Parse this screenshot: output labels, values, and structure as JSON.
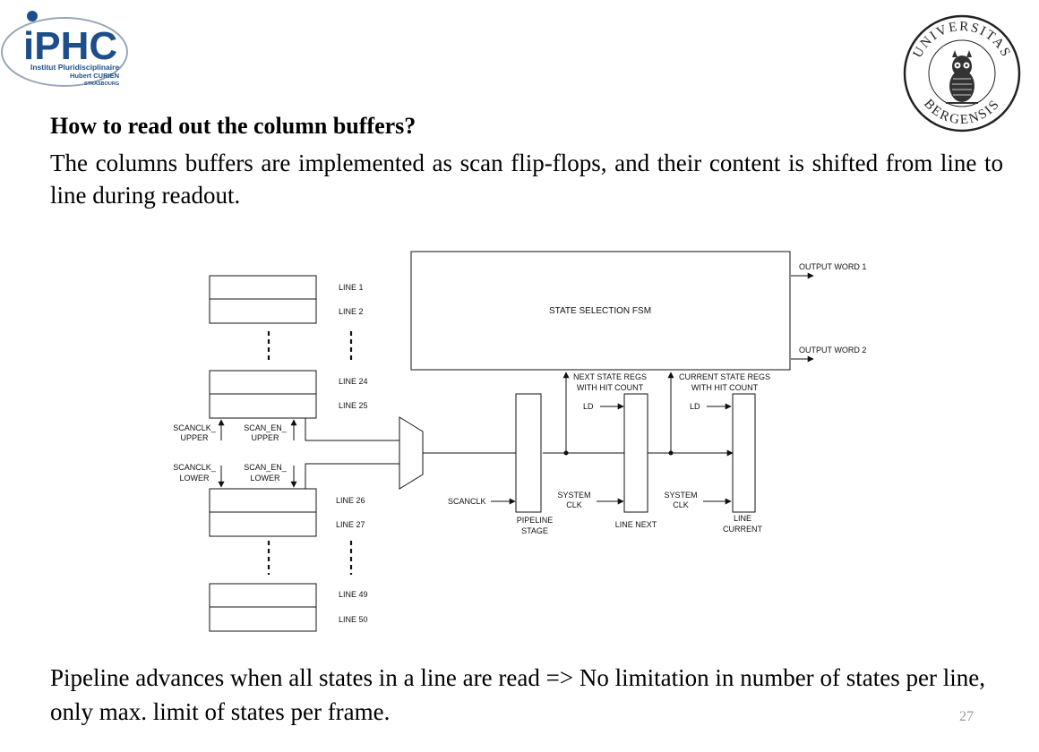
{
  "logos": {
    "left": {
      "acronym": "iPHC",
      "line1": "Institut Pluridisciplinaire",
      "line2": "Hubert CURIEN",
      "line3": "STRASBOURG",
      "color": "#1d4e8c"
    },
    "right": {
      "text_top": "UNIVERSITAS",
      "text_bottom": "BERGENSIS"
    }
  },
  "slide": {
    "title": "How to read out the column buffers?",
    "body1": "The columns buffers are implemented as scan flip-flops, and their content is shifted from line to line during readout.",
    "body2": "Pipeline advances when all states in a line are read => No limitation in number of states per line, only max. limit of states per frame.",
    "page_number": "27"
  },
  "diagram": {
    "lines": {
      "l1": "LINE 1",
      "l2": "LINE 2",
      "l24": "LINE 24",
      "l25": "LINE 25",
      "l26": "LINE 26",
      "l27": "LINE 27",
      "l49": "LINE 49",
      "l50": "LINE 50"
    },
    "controls": {
      "scanclk_upper_1": "SCANCLK_",
      "scanclk_upper_2": "UPPER",
      "scan_en_upper_1": "SCAN_EN_",
      "scan_en_upper_2": "UPPER",
      "scanclk_lower_1": "SCANCLK_",
      "scanclk_lower_2": "LOWER",
      "scan_en_lower_1": "SCAN_EN_",
      "scan_en_lower_2": "LOWER"
    },
    "fsm": "STATE SELECTION FSM",
    "output_word_1": "OUTPUT WORD 1",
    "output_word_2": "OUTPUT WORD 2",
    "next_state_1": "NEXT STATE REGS",
    "next_state_2": "WITH HIT COUNT",
    "current_state_1": "CURRENT STATE REGS",
    "current_state_2": "WITH HIT COUNT",
    "ld": "LD",
    "scanclk": "SCANCLK",
    "system": "SYSTEM",
    "clk": "CLK",
    "pipeline": "PIPELINE",
    "stage": "STAGE",
    "line_next": "LINE NEXT",
    "line_label": "LINE",
    "current_label": "CURRENT"
  }
}
